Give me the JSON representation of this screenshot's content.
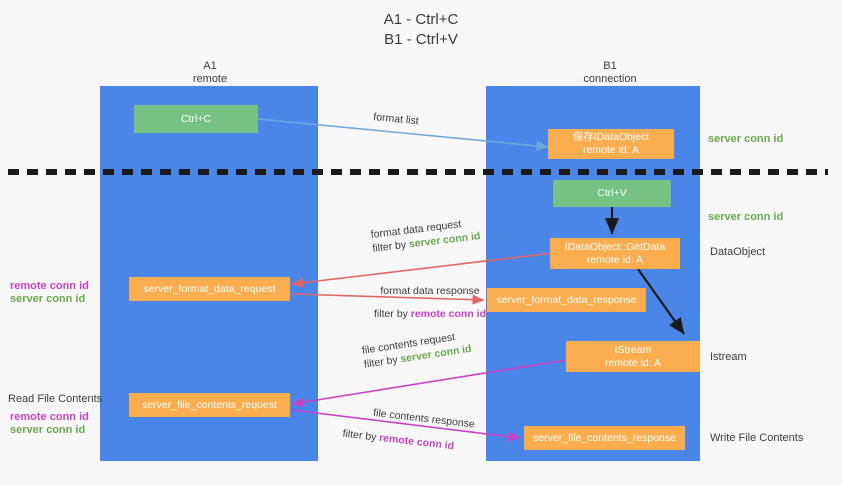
{
  "title": "A1 - Ctrl+C\nB1 - Ctrl+V",
  "colors": {
    "lane": "#4a86e8",
    "green_box": "#76c184",
    "orange_box": "#f9ad4e",
    "server_conn": "#6aa84f",
    "remote_conn": "#c643c6",
    "arrow_blue": "#6fa8dc",
    "arrow_red": "#e06666",
    "arrow_magenta": "#c643c6",
    "arrow_black": "#000000",
    "background": "#f7f7f7"
  },
  "columns": {
    "left": {
      "name": "A1",
      "role": "remote",
      "header": "A1\nremote"
    },
    "right": {
      "name": "B1",
      "role": "connection",
      "header": "B1\nconnection"
    }
  },
  "boxes": {
    "ctrl_c": "Ctrl+C",
    "ctrl_v": "Ctrl+V",
    "save_idataobject": "保存IDataObject\nremote id: A",
    "idataobject_getdata": "IDataObject::GetData\nremote id: A",
    "istream": "IStream\nremote id: A",
    "server_format_data_request": "server_format_data_request",
    "server_format_data_response": "server_format_data_response",
    "server_file_contents_request": "server_file_contents_request",
    "server_file_contents_response": "server_file_contents_response"
  },
  "arrow_labels": {
    "format_list": "format list",
    "format_data_request": {
      "line1": "format data request",
      "prefix": "filter by ",
      "filter": "server conn id"
    },
    "format_data_response": {
      "line1": "format data response",
      "prefix": "filter by ",
      "filter": "remote conn id"
    },
    "file_contents_request": {
      "line1": "file contents request",
      "prefix": "filter by ",
      "filter": "server conn id"
    },
    "file_contents_response": {
      "line1": "file contents response",
      "prefix": "filter by ",
      "filter": "remote conn id"
    }
  },
  "right_labels": {
    "server_conn_top": "server conn id",
    "server_conn_second": "server conn id",
    "dataobject": "DataObject",
    "istream": "Istream",
    "write_file_contents": "Write File Contents"
  },
  "left_labels": {
    "remote_conn_1": "remote conn id",
    "server_conn_1": "server conn id",
    "read_file_contents": "Read File Contents",
    "remote_conn_2": "remote conn id",
    "server_conn_2": "server conn id"
  }
}
